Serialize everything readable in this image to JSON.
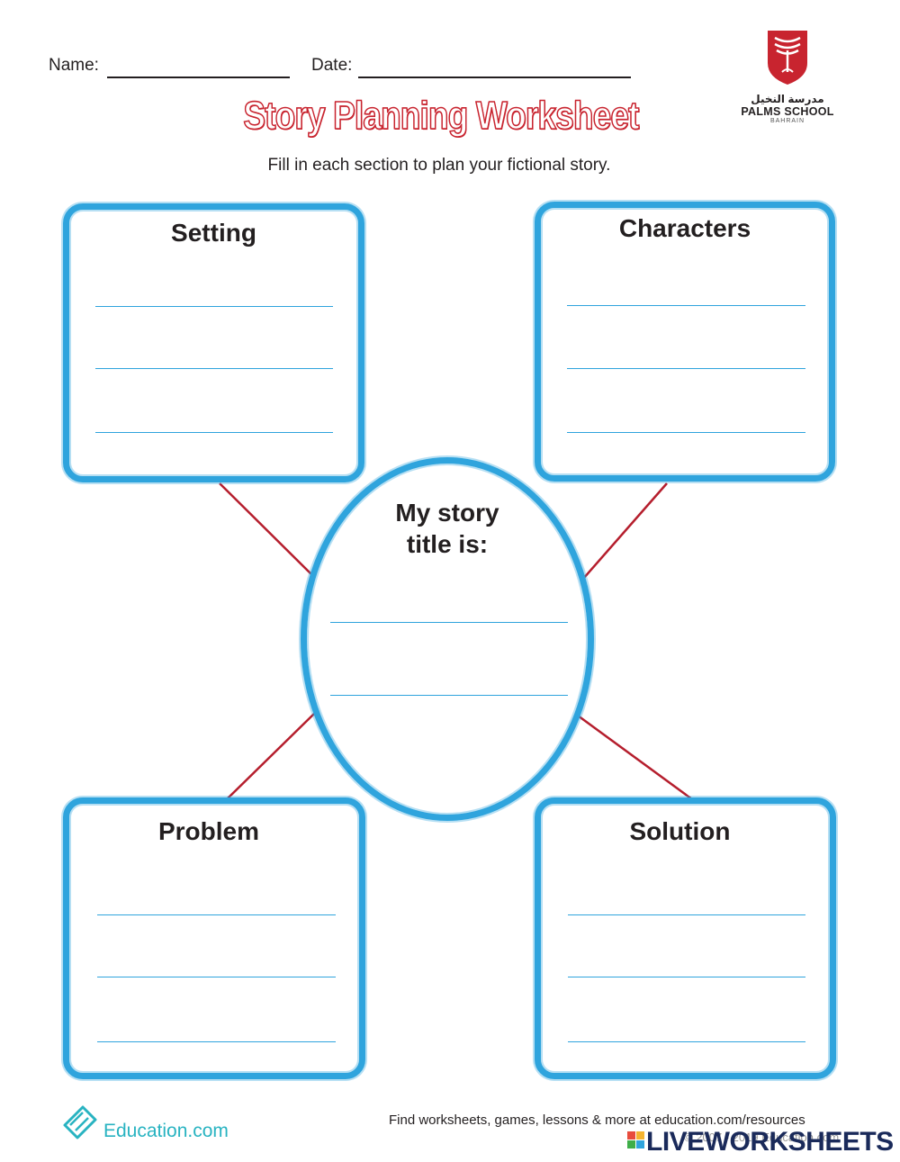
{
  "header": {
    "name_label": "Name:",
    "date_label": "Date:"
  },
  "logo": {
    "arabic": "مدرسة النخيل",
    "name": "PALMS SCHOOL",
    "sub": "BAHRAIN"
  },
  "title": "Story Planning Worksheet",
  "subtitle": "Fill in each section to plan your fictional story.",
  "sections": {
    "setting": "Setting",
    "characters": "Characters",
    "problem": "Problem",
    "solution": "Solution"
  },
  "center": {
    "line1": "My story",
    "line2": "title is:"
  },
  "footer": {
    "brand": "Education.com",
    "resources": "Find worksheets, games, lessons & more at education.com/resources",
    "copyright": "© 2007 - 2019 Education.com",
    "liveworksheets": "LIVEWORKSHEETS"
  },
  "colors": {
    "title_red": "#c8242f",
    "box_blue": "#2fa4dd",
    "connector_red": "#b51e2d",
    "edu_teal": "#28b3c1",
    "lw_navy": "#1a2a5a"
  },
  "icons": {
    "logo": "palms-school-shield-icon",
    "education": "education-pencil-icon",
    "liveworksheets": "liveworksheets-logo-icon"
  }
}
